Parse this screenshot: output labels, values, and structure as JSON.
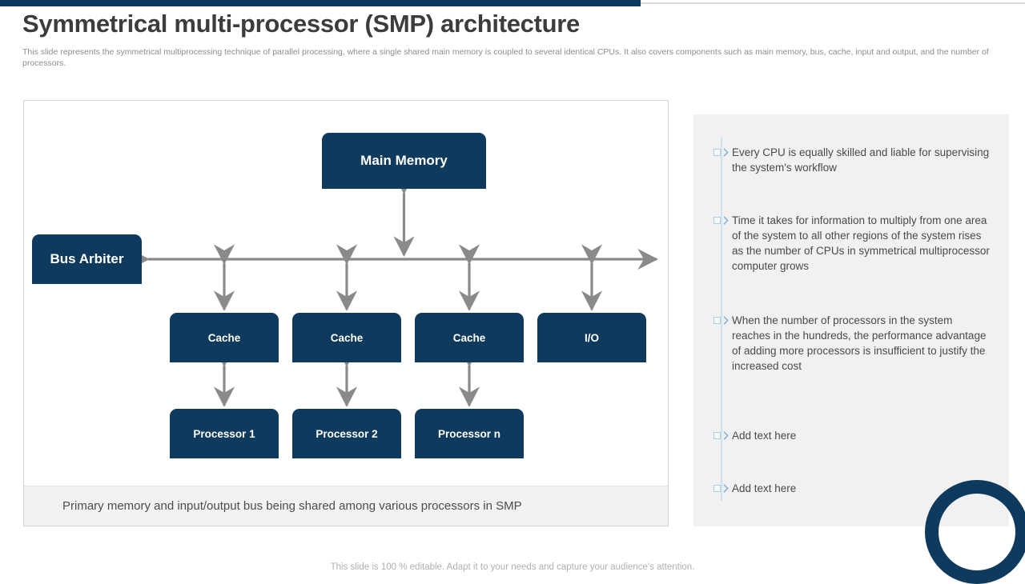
{
  "theme": {
    "accent_navy": "#0e3a5d",
    "panel_grey": "#f1f1f1",
    "caption_grey": "#f2f2f2",
    "arrow_grey": "#8a8a8a",
    "bullet_blue": "#a9cde4",
    "title_color": "#3c3c3c",
    "subtitle_color": "#8d8d8d"
  },
  "header": {
    "title": "Symmetrical multi-processor (SMP) architecture",
    "subtitle": "This slide represents the symmetrical multiprocessing technique of parallel processing, where a single shared main memory is coupled to several identical CPUs. It also covers components such as main memory, bus, cache, input and output, and the number of processors."
  },
  "diagram": {
    "nodes": [
      {
        "id": "main-memory",
        "label": "Main Memory"
      },
      {
        "id": "bus-arbiter",
        "label": "Bus Arbiter"
      },
      {
        "id": "cache-1",
        "label": "Cache"
      },
      {
        "id": "cache-2",
        "label": "Cache"
      },
      {
        "id": "cache-3",
        "label": "Cache"
      },
      {
        "id": "io",
        "label": "I/O"
      },
      {
        "id": "processor-1",
        "label": "Processor 1"
      },
      {
        "id": "processor-2",
        "label": "Processor 2"
      },
      {
        "id": "processor-n",
        "label": "Processor n"
      }
    ],
    "caption": "Primary memory and input/output bus being shared among various processors in SMP"
  },
  "bullets": {
    "marker_icon": "square-chevron-icon",
    "items": [
      {
        "text": "Every CPU is equally skilled and liable for supervising the system's workflow"
      },
      {
        "text": "Time it takes for information to multiply from one area of the system to all other regions of the system rises as the number of CPUs in symmetrical multiprocessor computer grows"
      },
      {
        "text": "When the number of processors in the system reaches in the hundreds, the performance advantage of adding more processors is insufficient to justify the increased cost"
      },
      {
        "text": "Add text here"
      },
      {
        "text": "Add text here"
      }
    ]
  },
  "footer": {
    "note": "This slide is 100 % editable. Adapt it to your needs and capture your audience's attention."
  }
}
